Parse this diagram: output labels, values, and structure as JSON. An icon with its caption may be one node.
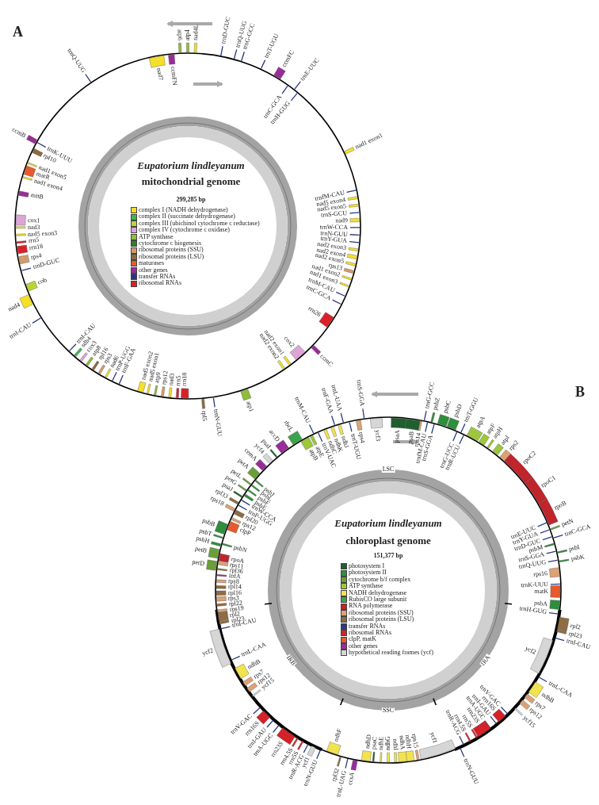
{
  "diagram": {
    "labels": [
      "A",
      "Eupatorium lindleyanum",
      "mitochondrial genome",
      "299,285 bp",
      "atp4",
      "nad4L",
      "trnD-GUC",
      "trnQ-UUG",
      "trnG-GCC",
      "trnT-UGU",
      "ccmFC",
      "trnC-GCA",
      "trnE-UUC",
      "trnH-GUG",
      "nad1 exon1",
      "trnfM-CAU",
      "nad5 exon4",
      "nad5 exon5",
      "trnS-GCU",
      "nad9",
      "trnW-CCA",
      "trnN-GUU",
      "trnY-GUA",
      "nad2 exon3",
      "nad2 exon4",
      "nad2 exon5",
      "rps13",
      "nad1 exon2",
      "nad1 exon3",
      "trnM-CAU",
      "trnC-GCA",
      "rrn26",
      "ccmC",
      "cox2",
      "nad2 exon1",
      "nad2 exon2",
      "trnI-CAU",
      "sdh4",
      "cox3",
      "atp8",
      "rpl16",
      "rps3",
      "nad6",
      "trnP-UGG",
      "trnF-GAA",
      "nad5 exon2",
      "nad5 exon1",
      "atp9",
      "rps12",
      "nad3",
      "rrn5",
      "rrn18",
      "rpl5",
      "trnN-GUU",
      "atp1",
      "trnI-CAU",
      "nad4",
      "cob",
      "trnD-GUC",
      "rps4",
      "rrn18",
      "rrn5",
      "nad5 exon3",
      "nad3",
      "cox1",
      "mttB",
      "nad1 exon4",
      "matR",
      "nad1 exon5",
      "rpl10",
      "trnK-UUU",
      "ccmB",
      "trnQ-UUG",
      "nad7",
      "ccmFN",
      "atp6",
      "B",
      "Eupatorium lindleyanum",
      "chloroplast genome",
      "151,377 bp",
      "LSC",
      "IRA",
      "SSC",
      "IRB",
      "psaA",
      "psaB",
      "rps14",
      "trnG-GCC",
      "trnfM-CAU",
      "psbZ",
      "trnS-GGA",
      "psbC",
      "psbD",
      "trnG-UCC",
      "trnT-GGU",
      "trnR-UCU",
      "atpA",
      "atpF",
      "atpH",
      "atpI",
      "rps2",
      "rpoC2",
      "rpoC1",
      "rpoB",
      "trnE-UUC",
      "petN",
      "trnY-GUA",
      "trnD-GUC",
      "trnC-GCA",
      "psbM",
      "trnS-GGA",
      "psbI",
      "trnQ-UUG",
      "psbK",
      "rps16",
      "trnK-UUU",
      "matK",
      "psbA",
      "trnH-GUG",
      "rpl2",
      "rpl23",
      "trnI-CAU",
      "ycf2",
      "trnL-CAA",
      "ndhB",
      "rps7",
      "rps12",
      "ycf15",
      "trnV-GAC",
      "rrn16S",
      "trnI-GAU",
      "trnA-UGC",
      "rrn23S",
      "rrn5S",
      "rrn4.5S",
      "trnR-ACG",
      "trnN-GUU",
      "ndhF",
      "rpl32",
      "trnL-UAG",
      "ccsA",
      "ndhD",
      "psaC",
      "ndhE",
      "ndhG",
      "ndhI",
      "ndhA",
      "ndhH",
      "rps15",
      "ycf1",
      "trnN-GUU",
      "ycf1",
      "trnR-ACG",
      "rrn5S",
      "rrn4.5S",
      "rrn23S",
      "trnA-UGC",
      "trnI-GAU",
      "rrn16S",
      "trnV-GAC",
      "ycf15",
      "rps12",
      "rps7",
      "ndhB",
      "trnL-CAA",
      "ycf2",
      "trnI-CAU",
      "rpl23",
      "rpl2",
      "rps19",
      "rpl22",
      "rps3",
      "rpl16",
      "rpl14",
      "rps8",
      "infA",
      "rpl36",
      "rps11",
      "rpoA",
      "petD",
      "petB",
      "psbN",
      "psbH",
      "psbT",
      "psbB",
      "clpP",
      "rps12",
      "rpl20",
      "rps18",
      "trnP-UGG",
      "rpl33",
      "trnW-CCA",
      "psaJ",
      "psbE",
      "petG",
      "psbF",
      "petL",
      "psbL",
      "psbJ",
      "petA",
      "cemA",
      "ycf4",
      "psaI",
      "accD",
      "rbcL",
      "atpB",
      "atpE",
      "trnM-CAU",
      "trnV-UAC",
      "ndhC",
      "ndhK",
      "trnF-GAA",
      "ndhJ",
      "trnL-UAA",
      "trnT-UGU",
      "rps4",
      "trnS-GGA",
      "ycf3"
    ],
    "legend": [
      {
        "text": "complex I (NADH dehydrogenase)",
        "color": "#f3df2c"
      },
      {
        "text": "complex II (succinate dehydrogenase)",
        "color": "#3fb54e"
      },
      {
        "text": "complex III (ubichinol cytochrome c reductase)",
        "color": "#b6d637"
      },
      {
        "text": "complex IV (cytochrome c oxidase)",
        "color": "#dba6d6"
      },
      {
        "text": "ATP synthase",
        "color": "#8fbc3a"
      },
      {
        "text": "cytochrome c biogenesis",
        "color": "#2f7d34"
      },
      {
        "text": "ribosomal proteins (SSU)",
        "color": "#d39b6c"
      },
      {
        "text": "ribosomal proteins (LSU)",
        "color": "#8d6b3e"
      },
      {
        "text": "maturases",
        "color": "#e8592b"
      },
      {
        "text": "other genes",
        "color": "#9a2c99"
      },
      {
        "text": "transfer RNAs",
        "color": "#27367f"
      },
      {
        "text": "ribosomal RNAs",
        "color": "#d82128"
      },
      {
        "text": "photosystem I",
        "color": "#1f5f30"
      },
      {
        "text": "photosystem II",
        "color": "#2f8e3b"
      },
      {
        "text": "cytochrome b/f complex",
        "color": "#6b9e3b"
      },
      {
        "text": "ATP synthase",
        "color": "#9dc73c"
      },
      {
        "text": "NADH dehydrogenase",
        "color": "#f1e34e"
      },
      {
        "text": "RubisCO large subunit",
        "color": "#3ca34b"
      },
      {
        "text": "RNA polymerase",
        "color": "#c0252c"
      },
      {
        "text": "ribosomal proteins (SSU)",
        "color": "#dca274"
      },
      {
        "text": "ribosomal proteins (LSU)",
        "color": "#8f6c43"
      },
      {
        "text": "transfer RNAs",
        "color": "#283b7e"
      },
      {
        "text": "ribosomal RNAs",
        "color": "#d52128"
      },
      {
        "text": "clpP, matK",
        "color": "#e8592b"
      },
      {
        "text": "other genes",
        "color": "#9a2c99"
      },
      {
        "text": "hypothetical reading frames (ycf)",
        "color": "#d6d6d6"
      }
    ]
  }
}
